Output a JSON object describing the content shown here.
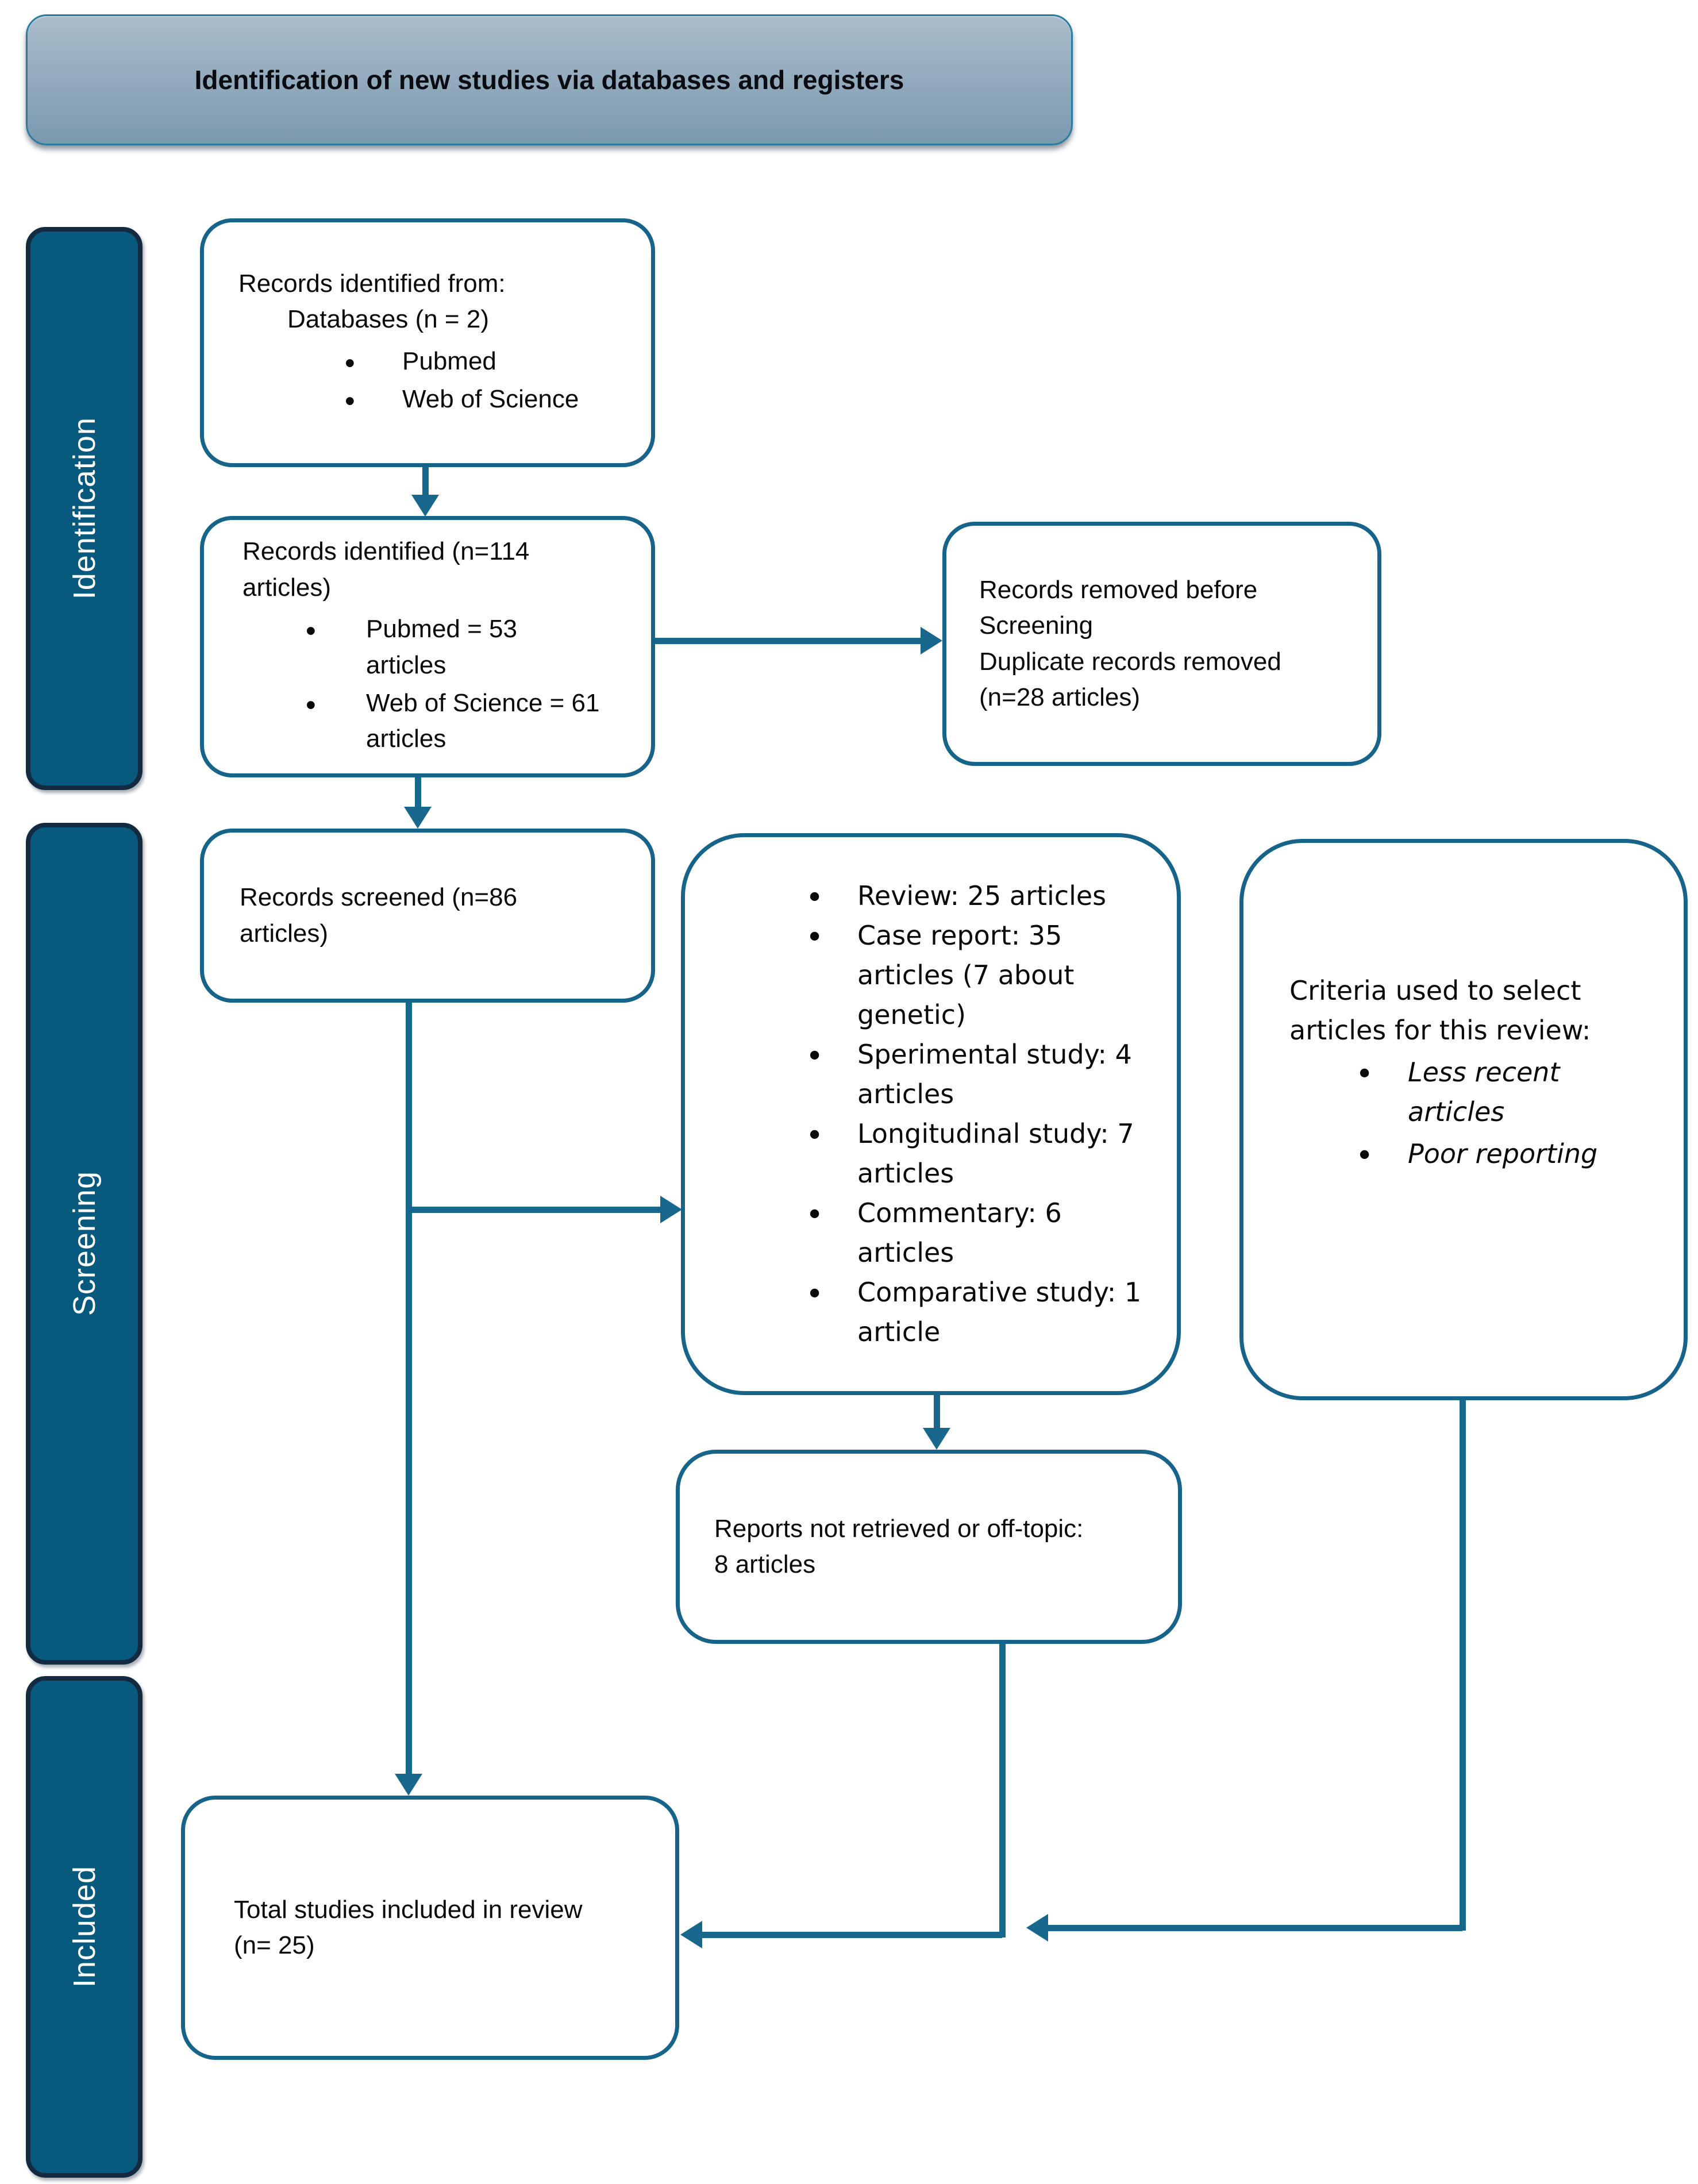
{
  "colors": {
    "accent": "#18678c",
    "box-border": "#17648a",
    "sidebar-fill": "#075a7e",
    "sidebar-border": "#132a40",
    "title-border": "#2b7da0",
    "title-grad-top": "#a9bcca",
    "title-grad-bottom": "#7b99af",
    "text": "#0a0a0a"
  },
  "title": "Identification of new studies via databases and registers",
  "sidebar": {
    "identification": "Identification",
    "screening": "Screening",
    "included": "Included"
  },
  "boxes": {
    "records_identified_from": {
      "line1": "Records identified from:",
      "line2": "Databases (n = 2)",
      "bullets": [
        "Pubmed",
        "Web of Science"
      ]
    },
    "records_identified": {
      "text": "Records identified (n=114\narticles)",
      "bullets": [
        "Pubmed = 53\narticles",
        "Web of Science = 61\narticles"
      ]
    },
    "records_removed": {
      "line1": "Records removed before\nScreening",
      "line2": "Duplicate records removed\n(n=28 articles)"
    },
    "records_screened": {
      "text": "Records screened (n=86\narticles)"
    },
    "article_types": {
      "bullets": [
        "Review: 25 articles",
        "Case report: 35\narticles (7 about\ngenetic)",
        "Sperimental study: 4\narticles",
        "Longitudinal study: 7\narticles",
        "Commentary: 6\narticles",
        "Comparative study: 1\narticle"
      ]
    },
    "criteria": {
      "heading": "Criteria used to select\narticles for this review:",
      "bullets": [
        "Less recent\narticles",
        "Poor reporting"
      ]
    },
    "reports_not_retrieved": {
      "text": "Reports not retrieved or off-topic:\n8 articles"
    },
    "total_included": {
      "text": "Total studies included in review\n(n= 25)"
    }
  }
}
